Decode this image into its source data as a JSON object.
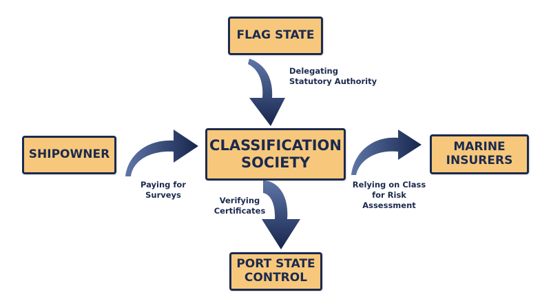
{
  "colors": {
    "box_fill": "#f7c87c",
    "box_border": "#1b2a4e",
    "text": "#1b2a4e",
    "arrow_light": "#5f76a8",
    "arrow_dark": "#16254c"
  },
  "nodes": {
    "flag_state": {
      "lines": [
        "FLAG STATE"
      ]
    },
    "classification_society": {
      "lines": [
        "CLASSIFICATION",
        "SOCIETY"
      ]
    },
    "shipowner": {
      "lines": [
        "SHIPOWNER"
      ]
    },
    "marine_insurers": {
      "lines": [
        "MARINE",
        "INSURERS"
      ]
    },
    "port_state_control": {
      "lines": [
        "PORT STATE",
        "CONTROL"
      ]
    }
  },
  "edges": {
    "flag_to_society": {
      "from": "flag_state",
      "to": "classification_society",
      "lines": [
        "Delegating",
        "Statutory Authority"
      ]
    },
    "shipowner_to_society": {
      "from": "shipowner",
      "to": "classification_society",
      "lines": [
        "Paying for",
        "Surveys"
      ]
    },
    "society_to_insurers": {
      "from": "classification_society",
      "to": "marine_insurers",
      "lines": [
        "Relying on Class",
        "for Risk",
        "Assessment"
      ]
    },
    "society_to_port": {
      "from": "classification_society",
      "to": "port_state_control",
      "lines": [
        "Verifying",
        "Certificates"
      ]
    }
  }
}
